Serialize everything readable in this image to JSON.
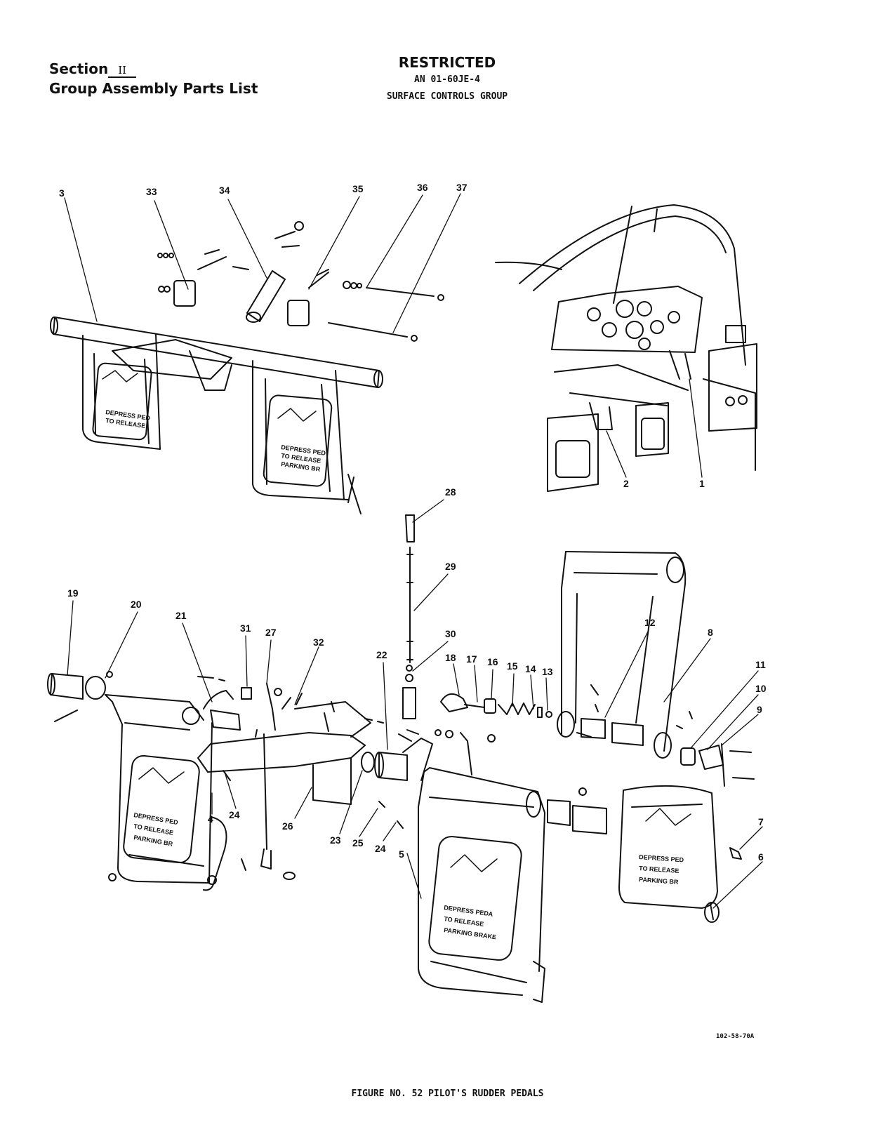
{
  "header": {
    "section_label": "Section",
    "section_number": "II",
    "subtitle": "Group Assembly Parts List",
    "classification": "RESTRICTED",
    "document_number": "AN 01-60JE-4",
    "group_title": "SURFACE CONTROLS GROUP"
  },
  "callouts": {
    "c1": "1",
    "c2": "2",
    "c3": "3",
    "c4": "4",
    "c5": "5",
    "c6": "6",
    "c7": "7",
    "c8": "8",
    "c9": "9",
    "c10": "10",
    "c11": "11",
    "c12": "12",
    "c13": "13",
    "c14": "14",
    "c15": "15",
    "c16": "16",
    "c17": "17",
    "c18": "18",
    "c19": "19",
    "c20": "20",
    "c21": "21",
    "c22": "22",
    "c23": "23",
    "c24": "24",
    "c25": "25",
    "c26": "26",
    "c27": "27",
    "c28": "28",
    "c29": "29",
    "c30": "30",
    "c31": "31",
    "c32": "32",
    "c33": "33",
    "c34": "34",
    "c35": "35",
    "c36": "36",
    "c37": "37"
  },
  "pedal_plate": {
    "line1": "DEPRESS PEDA",
    "line2": "TO RELEASE",
    "line3": "PARKING BRAKE"
  },
  "drawing_number": "102-58-70A",
  "figure_caption": "FIGURE NO. 52  PILOT'S RUDDER PEDALS"
}
